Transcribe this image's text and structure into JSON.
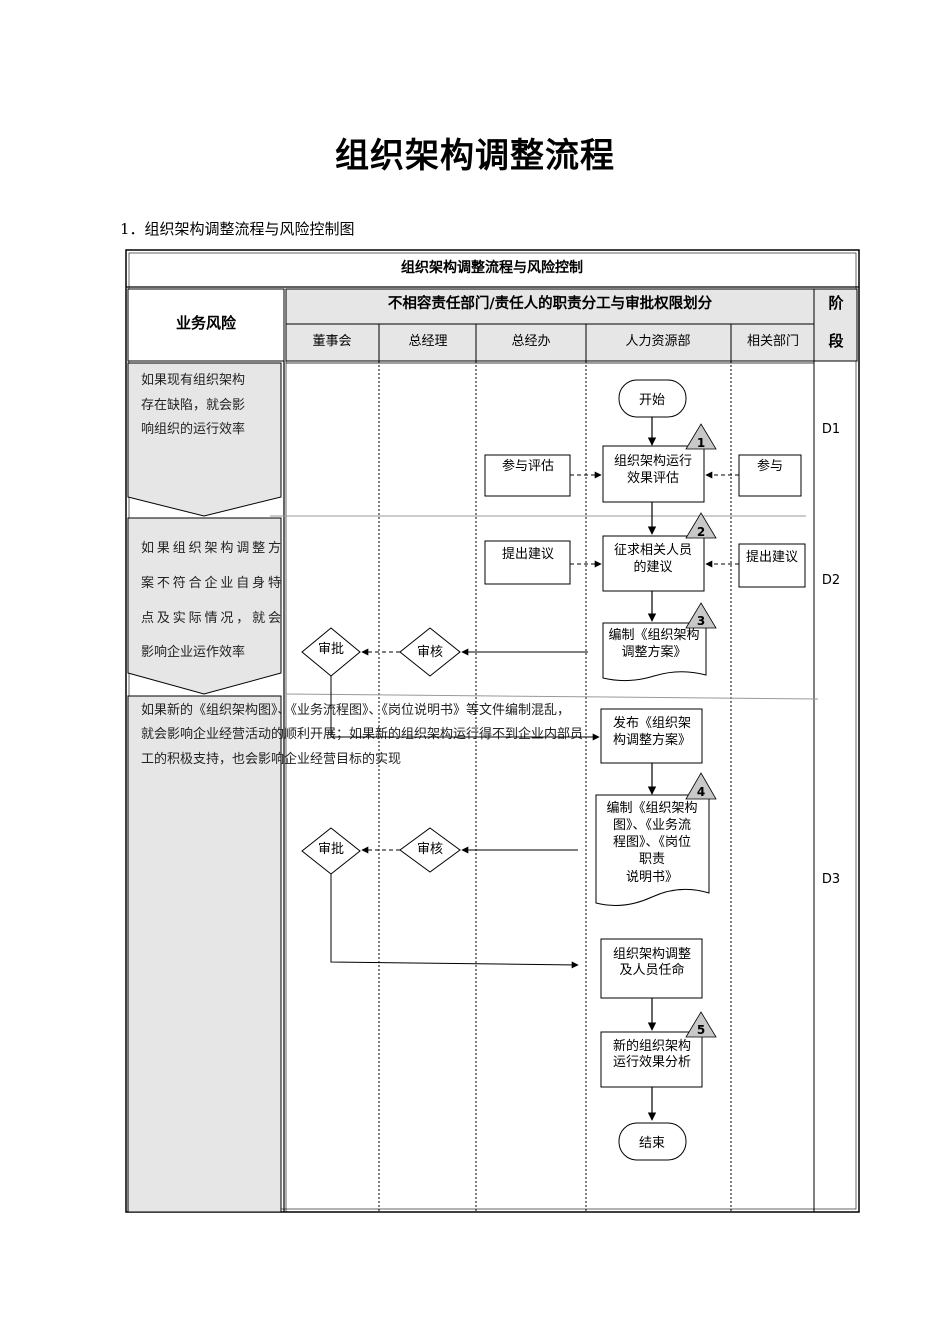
{
  "title": "组织架构调整流程",
  "section_heading": "1．组织架构调整流程与风险控制图",
  "table": {
    "caption": "组织架构调整流程与风险控制",
    "risk_header": "业务风险",
    "responsibility_header": "不相容责任部门/责任人的职责分工与审批权限划分",
    "stage_header_1": "阶",
    "stage_header_2": "段",
    "columns": [
      "董事会",
      "总经理",
      "总经办",
      "人力资源部",
      "相关部门"
    ]
  },
  "risks": [
    "如果现有组织架构存在缺陷，就会影响组织的运行效率",
    "如果组织架构调整方案不符合企业自身特点及实际情况，就会影响企业运作效率",
    "如果新的《组织架构图》、《业务流程图》、《岗位说明书》等文件编制混乱，就会影响企业经营活动的顺利开展；如果新的组织架构运行得不到企业内部员工的积极支持，也会影响企业经营目标的实现"
  ],
  "risk_lines": {
    "r1": [
      "如果现有组织架构",
      "存在缺陷，就会影",
      "响组织的运行效率"
    ],
    "r2": [
      "如果组织架构调整方",
      "案不符合企业自身特",
      "点及实际情况，就会",
      "影响企业运作效率"
    ],
    "r3": [
      "如果新的《组织架构图》、《业务流程图》、《岗位说明书》等文件编制混乱，",
      "就会影响企业经营活动的顺利开展；如果新的组织架构运行得不到企业内部员",
      "工的积极支持，也会影响企业经营目标的实现"
    ]
  },
  "stages": [
    "D1",
    "D2",
    "D3"
  ],
  "nodes": {
    "start": "开始",
    "end": "结束",
    "eval_participate": "参与评估",
    "eval_main_1": "组织架构运行",
    "eval_main_2": "效果评估",
    "eval_related": "参与",
    "suggest_gm_office": "提出建议",
    "collect_1": "征求相关人员",
    "collect_2": "的建议",
    "suggest_related": "提出建议",
    "plan_1": "编制《组织架构",
    "plan_2": "调整方案》",
    "approve_1": "审批",
    "review_1": "审核",
    "publish_1": "发布《组织架",
    "publish_2": "构调整方案》",
    "docs_1": "编制《组织架构",
    "docs_2": "图》、《业务流",
    "docs_3": "程图》、《岗位",
    "docs_4": "职责",
    "docs_5": "说明书》",
    "approve_2": "审批",
    "review_2": "审核",
    "adjust_1": "组织架构调整",
    "adjust_2": "及人员任命",
    "analysis_1": "新的组织架构",
    "analysis_2": "运行效果分析"
  },
  "control_points": [
    "1",
    "2",
    "3",
    "4",
    "5"
  ]
}
